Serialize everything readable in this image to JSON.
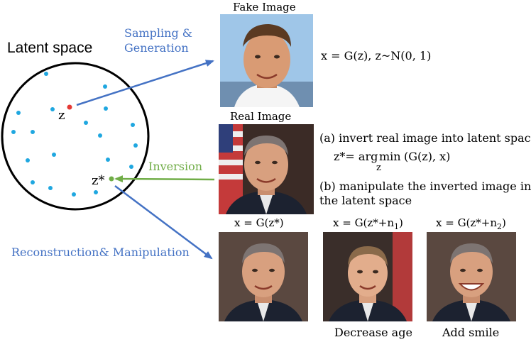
{
  "latent_space": {
    "title": "Latent space",
    "z_label": "z",
    "zstar_label": "z*"
  },
  "arrows": {
    "sampling_line1": "Sampling &",
    "sampling_line2": "Generation",
    "inversion": "Inversion",
    "reconstruction": "Reconstruction& Manipulation"
  },
  "fake": {
    "caption": "Fake Image",
    "equation": "x = G(z), z~N(0, 1)"
  },
  "real": {
    "caption": "Real Image",
    "step_a": "(a) invert real image into latent space",
    "argmin_lhs": "z*= arg",
    "argmin_op": "min",
    "argmin_sub": "z",
    "argmin_rhs": "(G(z), x)",
    "step_b_line1": "(b) manipulate the inverted image in",
    "step_b_line2": "the latent space"
  },
  "outputs": [
    {
      "equation": "x = G(z*)",
      "caption": ""
    },
    {
      "equation_main": "x = G(z*+n",
      "equation_sub": "1",
      "equation_end": ")",
      "caption": "Decrease age"
    },
    {
      "equation_main": "x = G(z*+n",
      "equation_sub": "2",
      "equation_end": ")",
      "caption": "Add smile"
    }
  ],
  "colors": {
    "arrow_blue": "#4472c4",
    "arrow_green": "#70ad47",
    "dot_blue": "#1fa7e0",
    "dot_red": "#e53935",
    "dot_green": "#70ad47"
  }
}
